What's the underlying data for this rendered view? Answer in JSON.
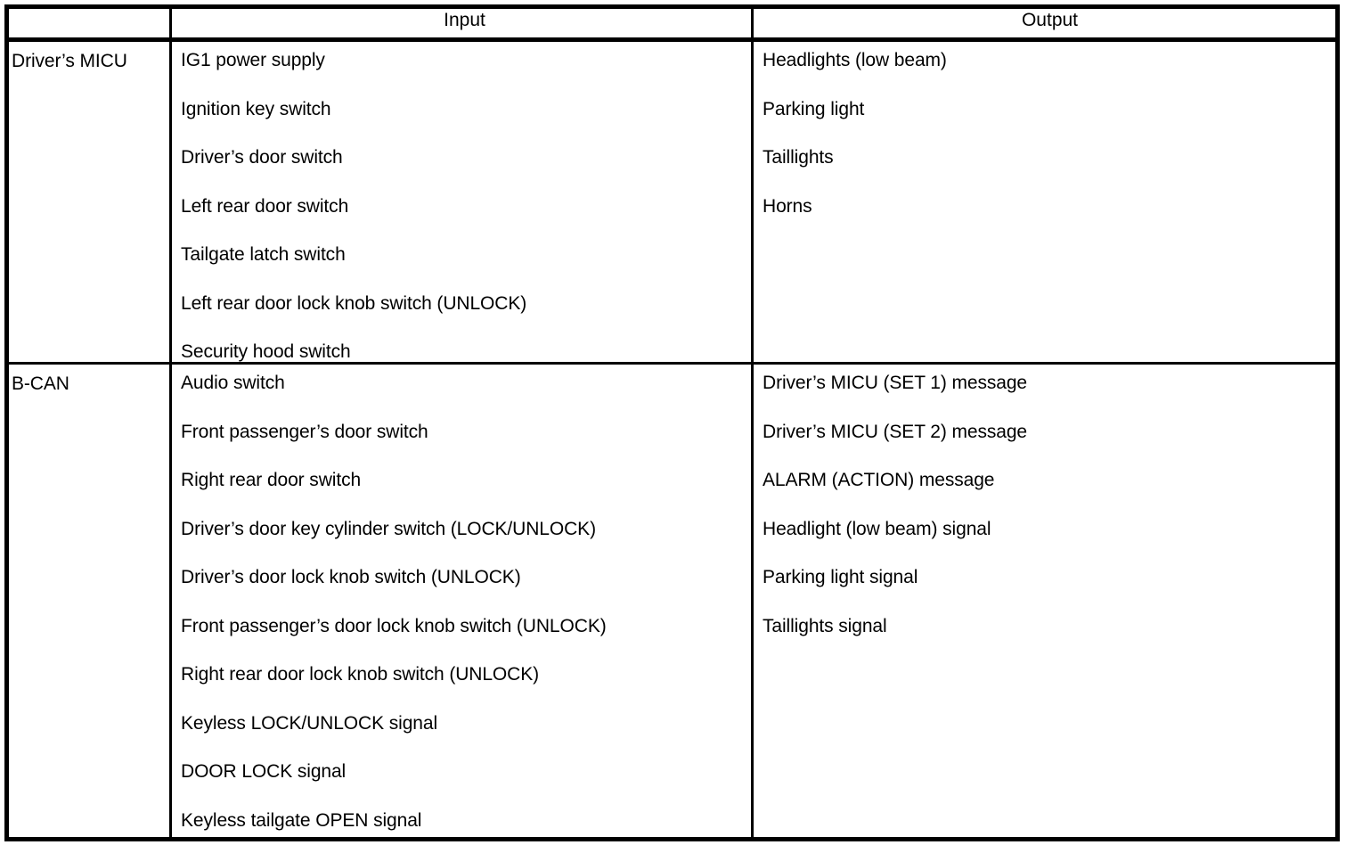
{
  "table": {
    "columns": [
      {
        "key": "category",
        "label": ""
      },
      {
        "key": "input",
        "label": "Input"
      },
      {
        "key": "output",
        "label": "Output"
      }
    ],
    "rows": [
      {
        "category": "Driver’s MICU",
        "input": [
          "IG1 power supply",
          "Ignition key switch",
          "Driver’s door switch",
          "Left rear door switch",
          "Tailgate latch switch",
          "Left rear door lock knob switch (UNLOCK)",
          "Security hood switch"
        ],
        "output": [
          "Headlights (low beam)",
          "Parking light",
          "Taillights",
          "Horns"
        ]
      },
      {
        "category": "B-CAN",
        "input": [
          "Audio switch",
          "Front passenger’s door switch",
          "Right rear door switch",
          "Driver’s door key cylinder switch (LOCK/UNLOCK)",
          "Driver’s door lock knob switch (UNLOCK)",
          "Front passenger’s door lock knob switch (UNLOCK)",
          "Right rear door lock knob switch (UNLOCK)",
          "Keyless LOCK/UNLOCK signal",
          "DOOR LOCK signal",
          "Keyless tailgate OPEN signal"
        ],
        "output": [
          "Driver’s MICU (SET 1) message",
          "Driver’s MICU (SET 2) message",
          "ALARM (ACTION) message",
          "Headlight (low beam) signal",
          "Parking light signal",
          "Taillights signal"
        ]
      }
    ]
  },
  "colors": {
    "rule": "#000000",
    "background": "#ffffff",
    "text": "#000000"
  }
}
